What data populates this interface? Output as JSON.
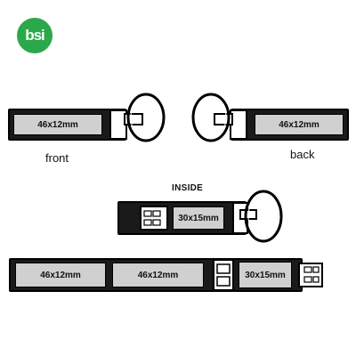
{
  "logo": {
    "text": "bsi",
    "color": "#2aa84a"
  },
  "front": {
    "label": "46x12mm",
    "caption": "front"
  },
  "back": {
    "label": "46x12mm",
    "caption": "back"
  },
  "inside": {
    "title": "INSIDE",
    "label": "30x15mm"
  },
  "open": {
    "label_1": "46x12mm",
    "label_2": "46x12mm",
    "label_3": "30x15mm"
  },
  "icons": [
    "key-ring-icon",
    "usb-connector-icon",
    "hinge-icon"
  ]
}
